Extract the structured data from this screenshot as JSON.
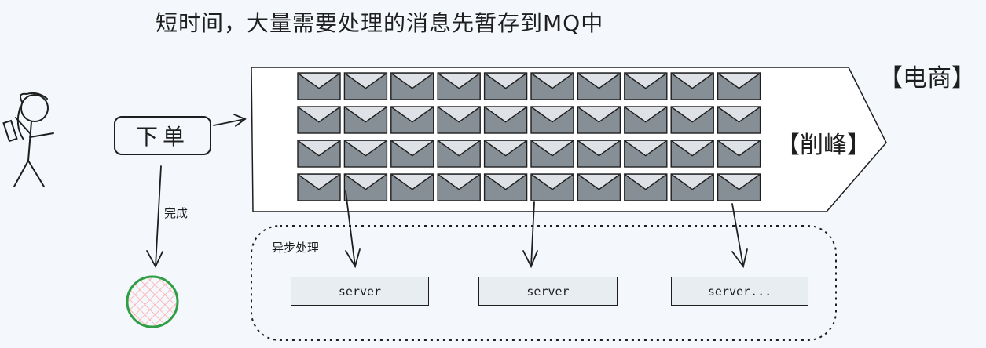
{
  "title": "短时间，大量需要处理的消息先暂存到MQ中",
  "tags": {
    "ecommerce": "【电商】",
    "peak_shaving": "【削峰】"
  },
  "order_label": "下单",
  "complete_label": "完成",
  "async_label": "异步处理",
  "servers": [
    "server",
    "server",
    "server..."
  ],
  "queue": {
    "rows": 4,
    "columns": 10
  },
  "colors": {
    "envelope": "#868e96",
    "queue_fill": "#ffffff",
    "done_fill": "#ffc9c9",
    "done_stroke": "#2f9e44",
    "stroke": "#1e1e1e"
  }
}
